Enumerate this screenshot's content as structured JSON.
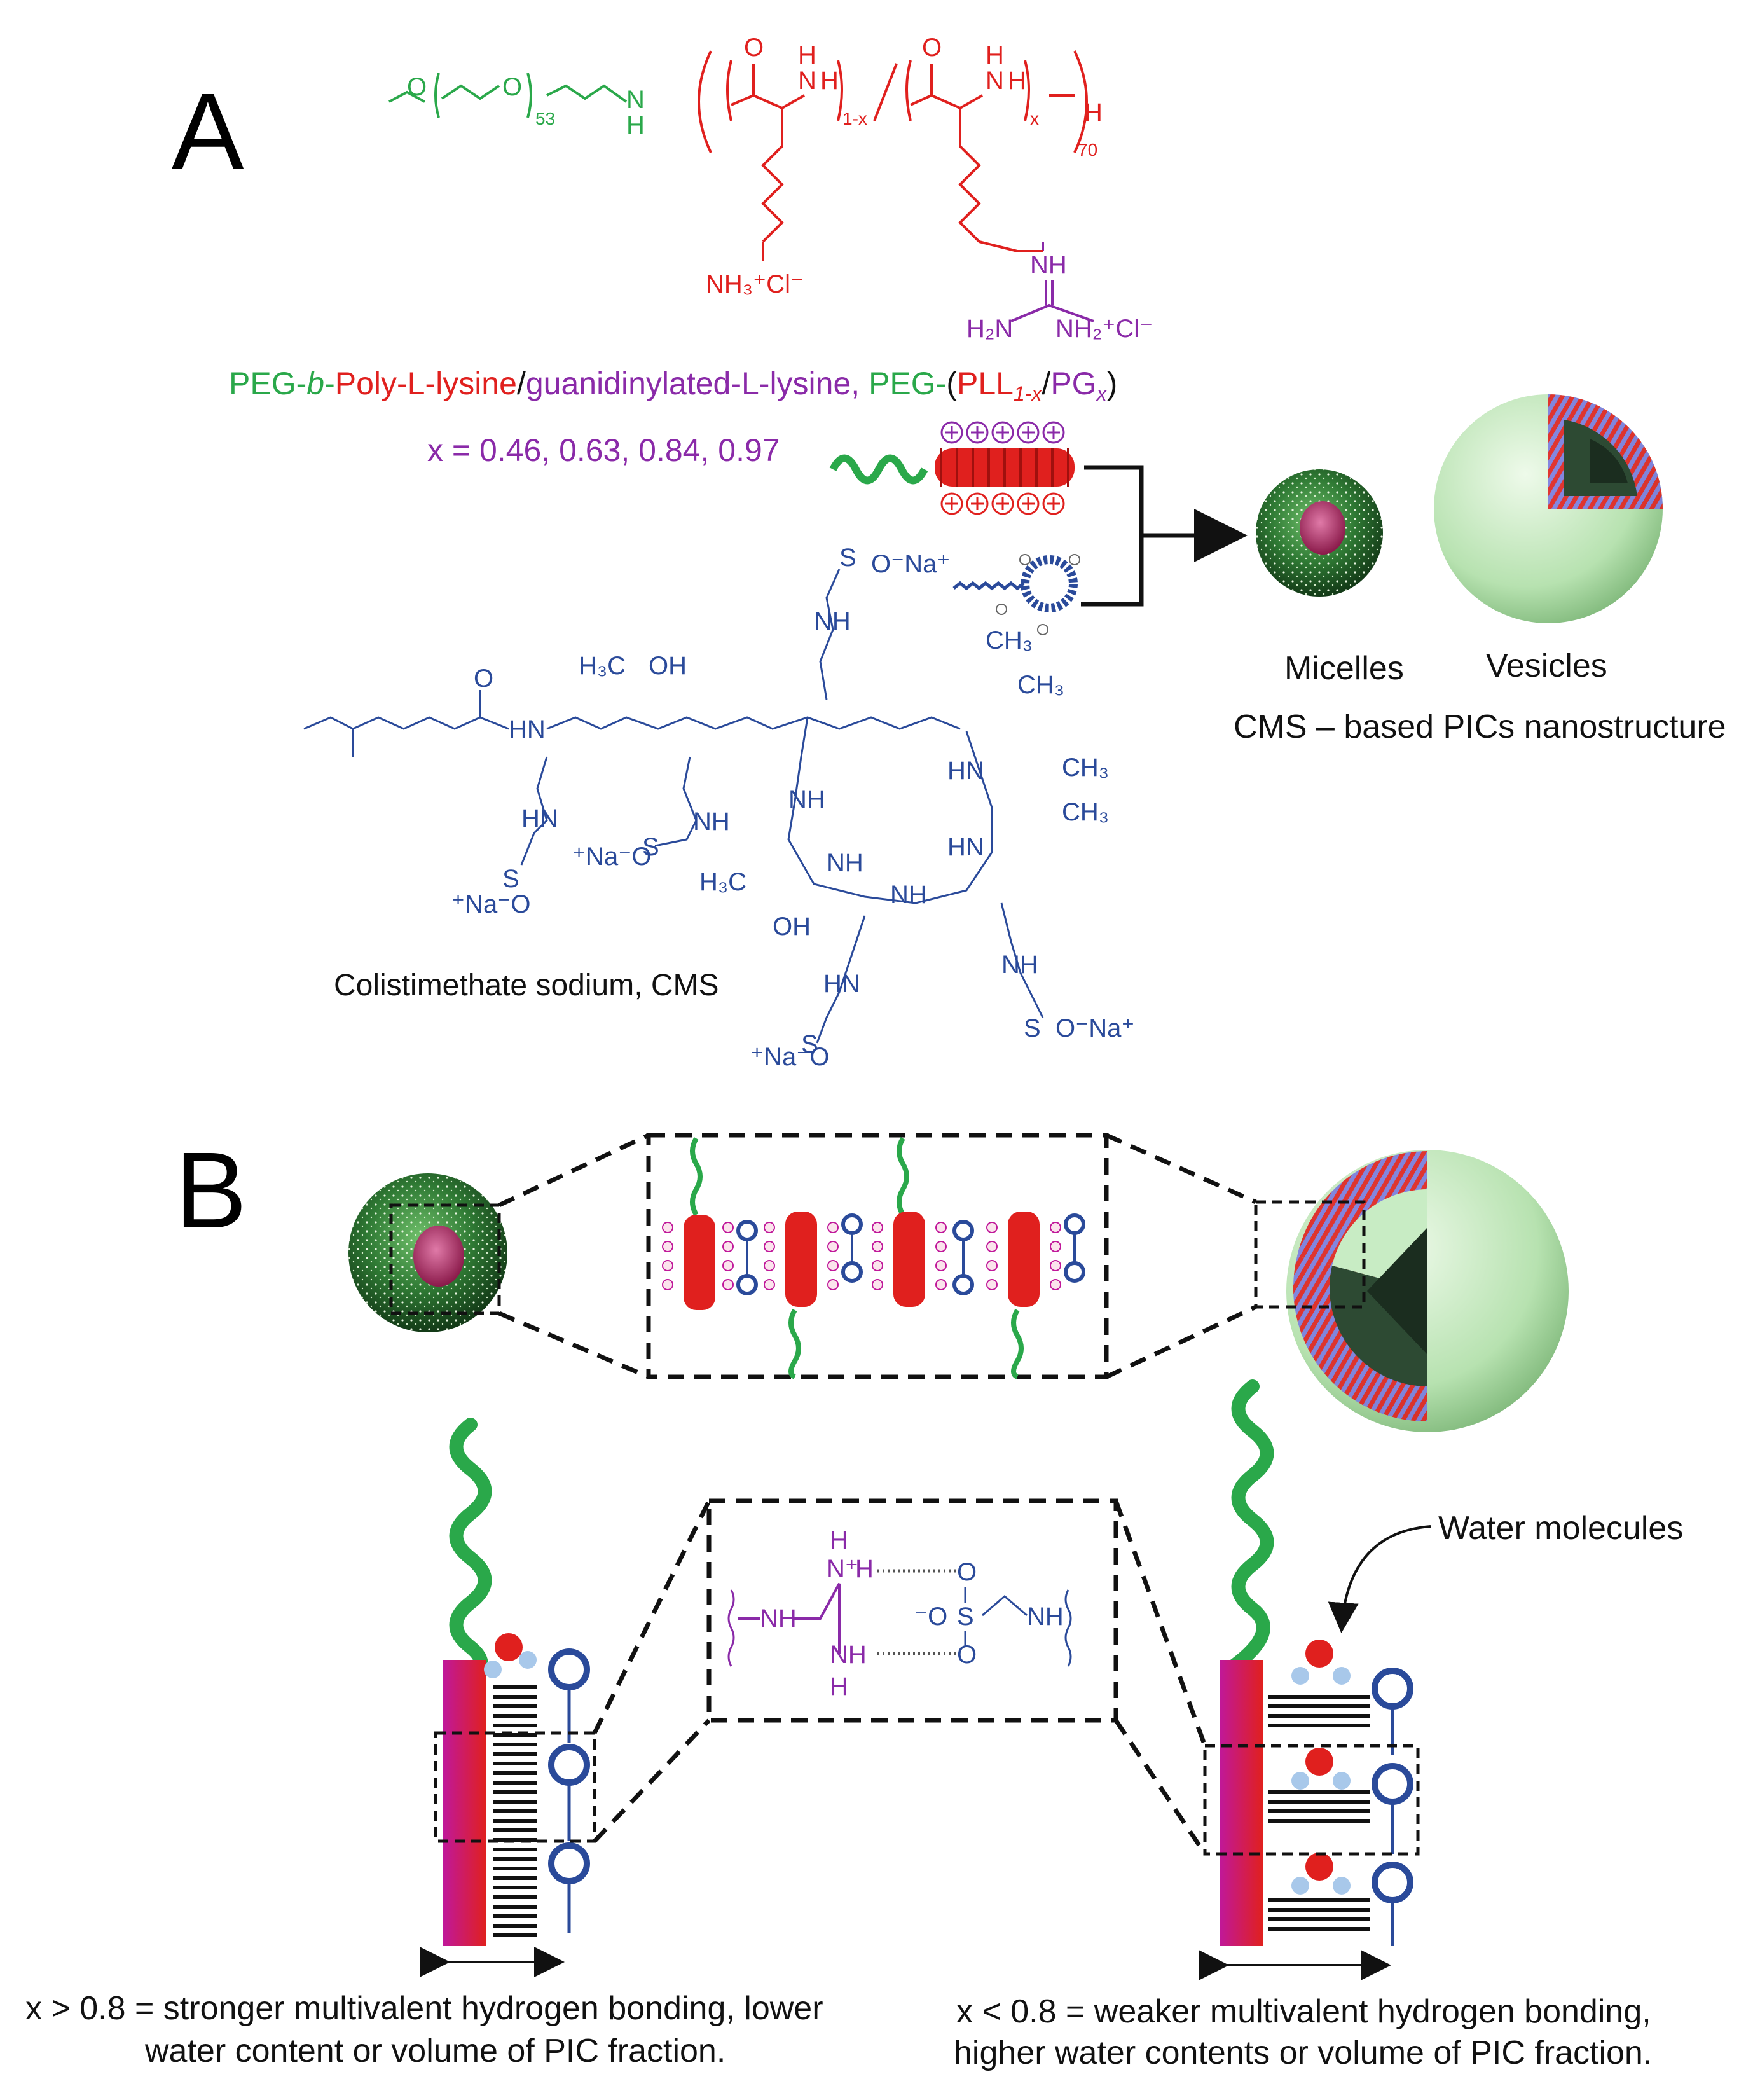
{
  "panels": {
    "a": "A",
    "b": "B"
  },
  "chemistry": {
    "methoxy": "O",
    "peg_o": "O",
    "peg_repeat": "53",
    "amide_n": "N",
    "amide_h": "H",
    "carbonyl_1": "O",
    "carbonyl_2": "O",
    "nh_1": "N",
    "nh_1_h": "H",
    "nh_2": "N",
    "nh_2_h": "H",
    "sub_1_minus_x": "1-x",
    "sub_x": "x",
    "repeat_70": "70",
    "end_h": "H",
    "ammonium": "NH₃⁺Cl⁻",
    "guan_nh": "NH",
    "guan_h2n": "H₂N",
    "guan_nh2": "NH₂⁺Cl⁻"
  },
  "title_line": {
    "peg": "PEG-",
    "b": "b",
    "dash": "-",
    "pll": "Poly-L-lysine",
    "slash": "/",
    "pg": "guanidinylated-L-lysine",
    "comma": ", ",
    "peg2": "PEG-",
    "paren_open": "(",
    "pll_abbr": "PLL",
    "pll_sub": "1-x",
    "slash2": "/",
    "pg_abbr": "PG",
    "pg_sub": "x",
    "paren_close": ")"
  },
  "x_values": "x = 0.46, 0.63, 0.84, 0.97",
  "cms_labels": {
    "name": "Colistimethate sodium, CMS",
    "so3na_1": "O⁻Na⁺",
    "so3na_2": "⁺Na⁻O",
    "so3na_3": "⁺Na⁻O",
    "so3na_4": "O⁻Na⁺",
    "so3na_5": "⁺Na⁻O",
    "ch3": "CH₃",
    "oh": "OH",
    "h3c": "H₃C",
    "nh": "NH",
    "hn": "HN",
    "o": "O",
    "s": "S"
  },
  "structures": {
    "micelles": "Micelles",
    "vesicles": "Vesicles",
    "caption": "CMS – based PICs nanostructure"
  },
  "hbond": {
    "h": "H",
    "nplus": "N⁺",
    "nh": "NH",
    "o": "O",
    "s": "S",
    "ominus": "⁻O"
  },
  "water_label": "Water molecules",
  "caption_left_line1": "x > 0.8 = stronger multivalent hydrogen bonding, lower",
  "caption_left_line2": "water content or volume of PIC fraction.",
  "caption_right_line1": "x < 0.8 = weaker multivalent hydrogen bonding,",
  "caption_right_line2": "higher water contents or volume of PIC fraction.",
  "colors": {
    "peg_green": "#2aa84a",
    "pll_red": "#e0201e",
    "pg_purple": "#8a2aa8",
    "cms_blue": "#2a4a9a",
    "vesicle_shell": "#c8ecc4",
    "block_magenta": "#c0189a"
  }
}
